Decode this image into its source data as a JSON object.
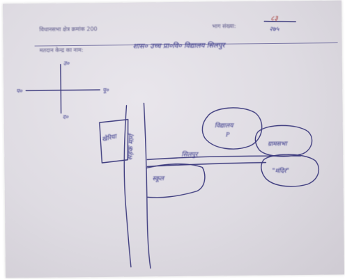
{
  "header": {
    "form_text": "विधानसभा क्षेत्र क्रमांक 200",
    "part_label": "भाग संख्या:",
    "part_numerator": "८३",
    "part_denominator": "२७५",
    "center_label": "मतदान केन्द्र का नाम:",
    "center_name": "शास० उच्च प्रा०वि० विद्यालय सिलपुर"
  },
  "compass": {
    "north": "उ०",
    "south": "द०",
    "west": "प०",
    "east": "पू०"
  },
  "map_labels": {
    "left_building": "खेरिया",
    "road": "सड़क मार्ग",
    "lower_building": "स्कूल",
    "village_road": "सिलपुर",
    "circle_top": "विद्यालय",
    "circle_top_marker": "P",
    "circle_right": "ग्रामसभा",
    "circle_bottom": "\"मंदिर\""
  }
}
